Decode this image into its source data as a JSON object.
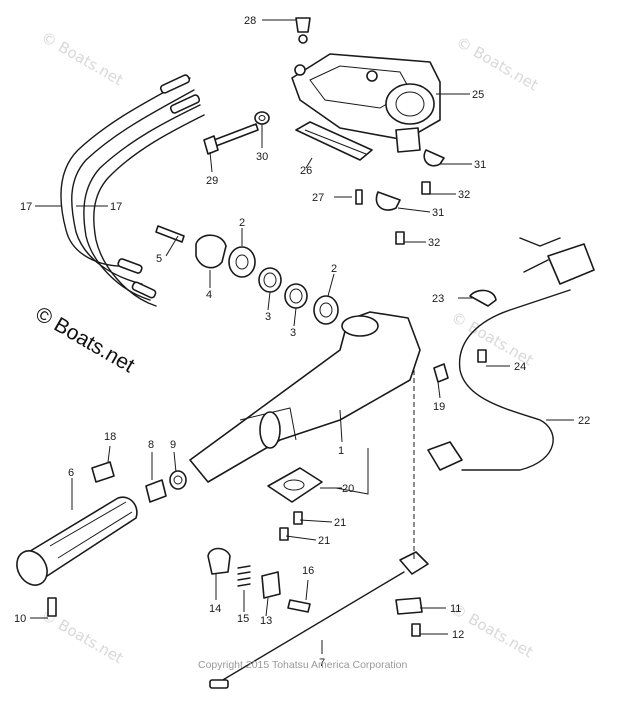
{
  "watermark": {
    "text": "© Boats.net",
    "main_text": "© Boats.net"
  },
  "copyright": "Copyright 2015 Tohatsu America Corporation",
  "callouts": {
    "c1": "1",
    "c2a": "2",
    "c2b": "2",
    "c3a": "3",
    "c3b": "3",
    "c4": "4",
    "c5": "5",
    "c6": "6",
    "c7": "7",
    "c8": "8",
    "c9": "9",
    "c10": "10",
    "c11": "11",
    "c12": "12",
    "c13": "13",
    "c14": "14",
    "c15": "15",
    "c16": "16",
    "c17a": "17",
    "c17b": "17",
    "c18": "18",
    "c19": "19",
    "c20": "20",
    "c21a": "21",
    "c21b": "21",
    "c22": "22",
    "c23": "23",
    "c24": "24",
    "c25": "25",
    "c26": "26",
    "c27": "27",
    "c28": "28",
    "c29": "29",
    "c30": "30",
    "c31a": "31",
    "c31b": "31",
    "c32a": "32",
    "c32b": "32"
  }
}
